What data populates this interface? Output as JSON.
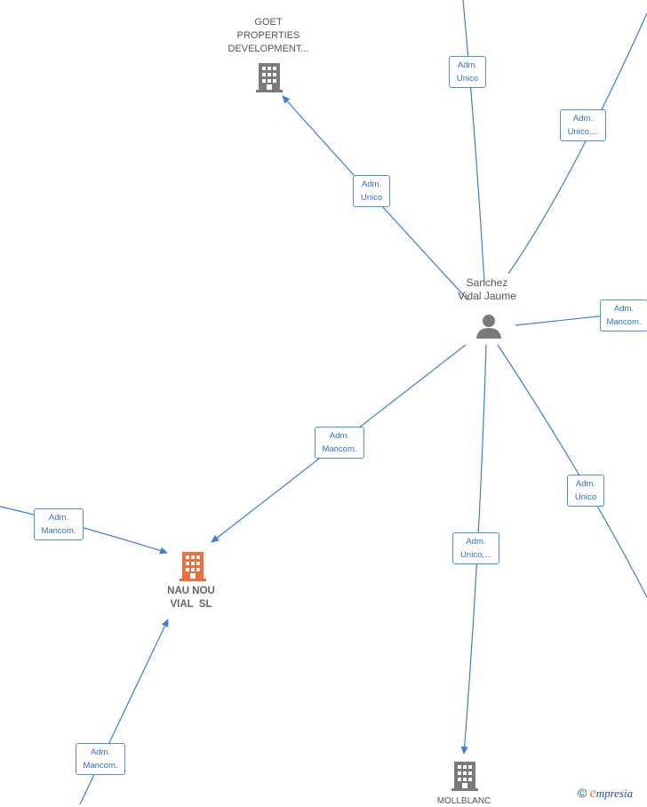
{
  "nodes": {
    "goet": {
      "label_lines": [
        "GOET",
        "PROPERTIES",
        "DEVELOPMENT..."
      ]
    },
    "person": {
      "label_lines": [
        "Sanchez",
        "Vidal Jaume"
      ]
    },
    "nau": {
      "label_lines": [
        "NAU NOU",
        "VIAL  SL"
      ]
    },
    "mollblanc": {
      "label_lines": [
        "MOLLBLANC"
      ]
    }
  },
  "edges": {
    "e_top": [
      "Adm.",
      "Unico"
    ],
    "e_topright": [
      "Adm.",
      "Unico,..."
    ],
    "e_goet": [
      "Adm.",
      "Unico"
    ],
    "e_right": [
      "Adm.",
      "Mancom."
    ],
    "e_nau": [
      "Adm.",
      "Mancom."
    ],
    "e_left": [
      "Adm.",
      "Mancom."
    ],
    "e_lowright": [
      "Adm.",
      "Unico"
    ],
    "e_moll": [
      "Adm.",
      "Unico,..."
    ],
    "e_bottom": [
      "Adm.",
      "Mancom."
    ]
  },
  "colors": {
    "edge": "#3a7fd5",
    "focus_company": "#f26b3a",
    "company": "#7a7a7a",
    "person": "#7a7a7a"
  },
  "footer": {
    "copyright": "©",
    "brand_initial": "e",
    "brand_rest": "mpresia"
  }
}
